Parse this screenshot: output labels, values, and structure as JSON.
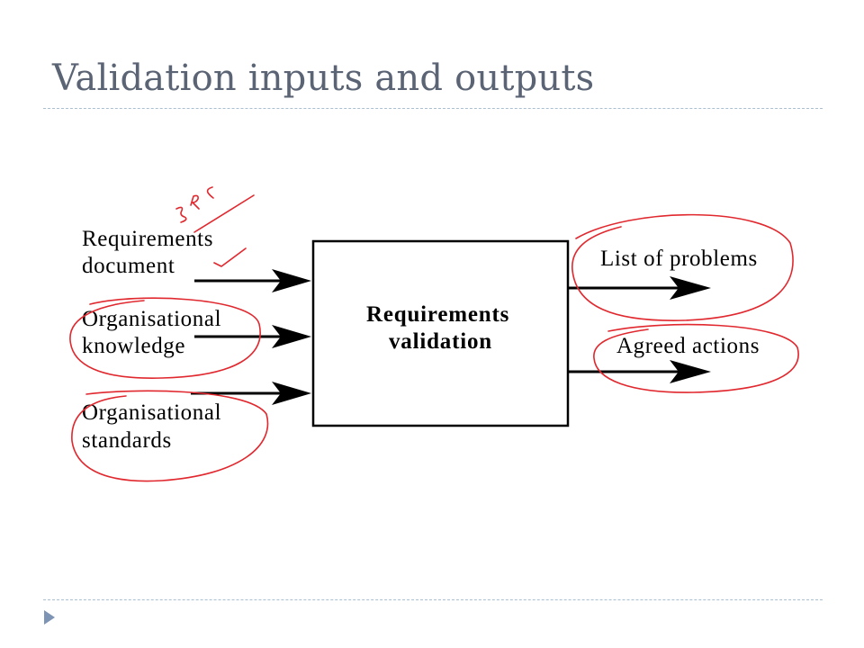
{
  "slide": {
    "title": "Validation inputs and outputs"
  },
  "diagram": {
    "process": {
      "line1": "Requirements",
      "line2": "validation"
    },
    "inputs": [
      {
        "line1": "Requirements",
        "line2": "document"
      },
      {
        "line1": "Organisational",
        "line2": "knowledge"
      },
      {
        "line1": "Organisational",
        "line2": "standards"
      }
    ],
    "outputs": [
      {
        "label": "List of problems"
      },
      {
        "label": "Agreed actions"
      }
    ],
    "annotation": {
      "handwritten_text": "SRS",
      "ink_color": "#e0282e"
    }
  },
  "colors": {
    "title": "#5b6474",
    "rule": "#a9bfd2",
    "nav_arrow": "#7d94b4",
    "ink": "#e0282e"
  }
}
